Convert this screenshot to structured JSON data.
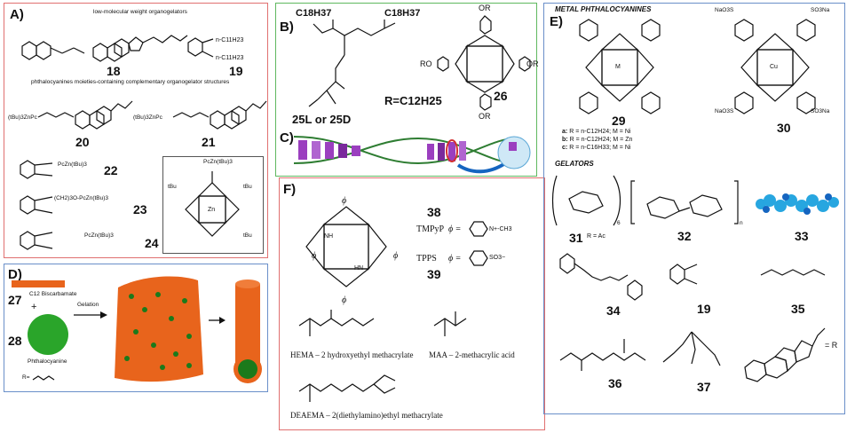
{
  "panel_a": {
    "label": "A)",
    "heading_lmw": "low-molecular weight organogelators",
    "heading_pc": "phthalocyanines moieties-containing complementary organogelator structures",
    "c18": "18",
    "c19": "19",
    "c20": "20",
    "c21": "21",
    "c22": "22",
    "c23": "23",
    "c24": "24",
    "chain_c11": "n-C11H23",
    "pc_group": "(tBu)3ZnPc",
    "pczn": "PcZn(tBu)3",
    "ch2_link": "(CH2)3O-PcZn(tBu)3",
    "tbu": "tBu",
    "zn": "Zn"
  },
  "panel_b": {
    "label": "B)",
    "c18h37_left": "C18H37",
    "c18h37_right": "C18H37",
    "compound_25": "25L or 25D",
    "compound_26": "26",
    "r_def": "R=C12H25",
    "or_label": "OR",
    "ro_label": "RO"
  },
  "panel_c": {
    "label": "C)"
  },
  "panel_d": {
    "label": "D)",
    "c27": "27",
    "c28": "28",
    "biscarbamate": "C12 Biscarbamate",
    "plus": "+",
    "phthalocyanine": "Phthalocyanine",
    "gelation": "Gelation",
    "r_def": "R="
  },
  "panel_e": {
    "label": "E)",
    "heading_metal": "METAL PHTHALOCYANINES",
    "heading_gelators": "GELATORS",
    "c29": "29",
    "c30": "30",
    "legend": [
      {
        "key": "a:",
        "text": "R = n-C12H24; M = Ni"
      },
      {
        "key": "b:",
        "text": "R = n-C12H24; M = Zn"
      },
      {
        "key": "c:",
        "text": "R = n-C16H33; M = Ni"
      }
    ],
    "m_label": "M",
    "cu_label": "Cu",
    "nao3s": "NaO3S",
    "so3na": "SO3Na",
    "c31": "31",
    "r_ac": "R = Ac",
    "c32": "32",
    "c33": "33",
    "c34": "34",
    "c35": "35",
    "c36": "36",
    "c37": "37",
    "c19b": "19",
    "eq_r": "= R",
    "sub6": "6",
    "subn": "n"
  },
  "panel_f": {
    "label": "F)",
    "c38": "38",
    "c39": "39",
    "tmpyp": "TMPyP",
    "tpps": "TPPS",
    "phi_eq": "ϕ =",
    "phi": "ϕ",
    "hema": "HEMA – 2 hydroxyethyl methacrylate",
    "maa": "MAA – 2-methacrylic acid",
    "deaema": "DEAEMA – 2(diethylamino)ethyl methacrylate",
    "nh": "NH",
    "hn": "HN",
    "ch3": "N+-CH3",
    "so3": "SO3−"
  },
  "colors": {
    "red_border": "#e07070",
    "green_border": "#5fb85f",
    "blue_border": "#6a8fc9",
    "orange": "#e8641c",
    "green_pc": "#2aa52a",
    "purple": "#9b3fbf",
    "cyan": "#27a6e0"
  }
}
